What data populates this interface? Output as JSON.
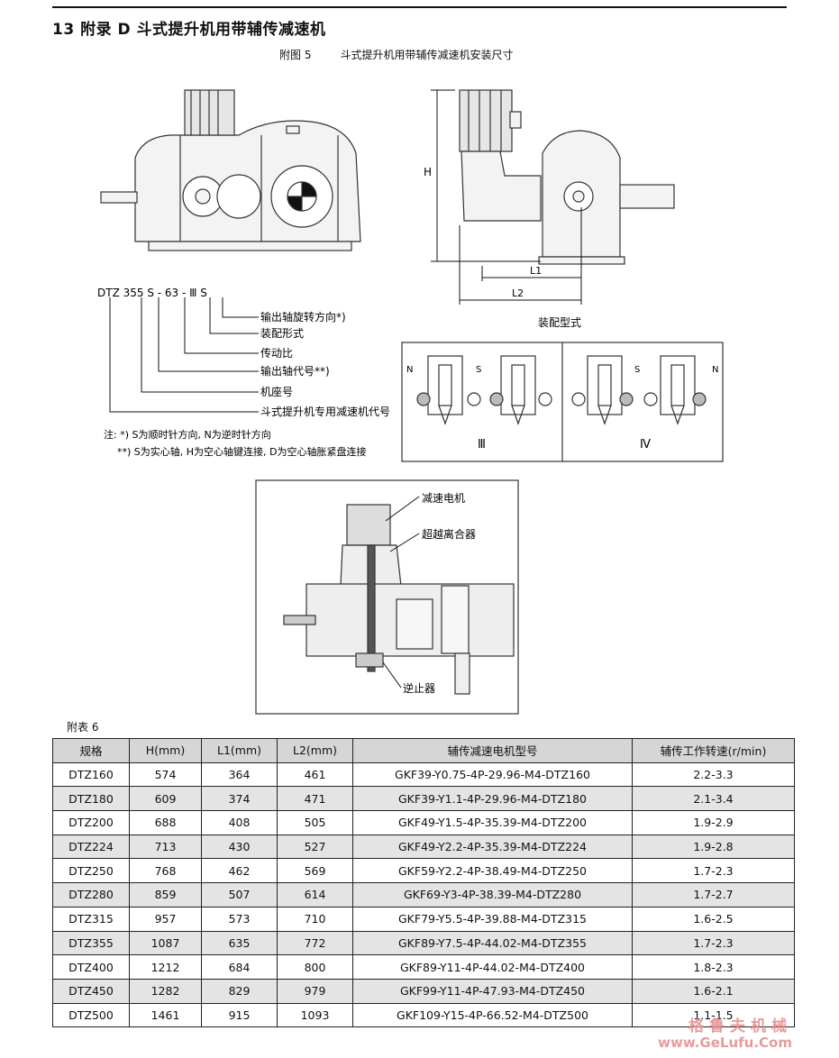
{
  "header": {
    "title": "13  附录 D  斗式提升机用带辅传减速机",
    "figure_no": "附图 5",
    "figure_caption": "斗式提升机用带辅传减速机安装尺寸"
  },
  "drawing": {
    "dim_H": "H",
    "dim_L1": "L1",
    "dim_L2": "L2",
    "model_code": "DTZ   355 S - 63 - Ⅲ S",
    "legend": [
      "输出轴旋转方向*)",
      "装配形式",
      "传动比",
      "输出轴代号**)",
      "机座号",
      "斗式提升机专用减速机代号"
    ],
    "notes": [
      "注: *)  S为顺时针方向, N为逆时针方向",
      "**)  S为实心轴, H为空心轴键连接, D为空心轴胀紧盘连接"
    ],
    "assembly_title": "装配型式",
    "assembly_labels": [
      "Ⅲ",
      "Ⅳ"
    ],
    "rotation_marks": [
      "N",
      "S",
      "S",
      "N"
    ],
    "section_labels": [
      "减速电机",
      "超越离合器",
      "逆止器"
    ]
  },
  "table": {
    "label": "附表 6",
    "headers": [
      "规格",
      "H(mm)",
      "L1(mm)",
      "L2(mm)",
      "辅传减速电机型号",
      "辅传工作转速(r/min)"
    ],
    "rows": [
      [
        "DTZ160",
        "574",
        "364",
        "461",
        "GKF39-Y0.75-4P-29.96-M4-DTZ160",
        "2.2-3.3"
      ],
      [
        "DTZ180",
        "609",
        "374",
        "471",
        "GKF39-Y1.1-4P-29.96-M4-DTZ180",
        "2.1-3.4"
      ],
      [
        "DTZ200",
        "688",
        "408",
        "505",
        "GKF49-Y1.5-4P-35.39-M4-DTZ200",
        "1.9-2.9"
      ],
      [
        "DTZ224",
        "713",
        "430",
        "527",
        "GKF49-Y2.2-4P-35.39-M4-DTZ224",
        "1.9-2.8"
      ],
      [
        "DTZ250",
        "768",
        "462",
        "569",
        "GKF59-Y2.2-4P-38.49-M4-DTZ250",
        "1.7-2.3"
      ],
      [
        "DTZ280",
        "859",
        "507",
        "614",
        "GKF69-Y3-4P-38.39-M4-DTZ280",
        "1.7-2.7"
      ],
      [
        "DTZ315",
        "957",
        "573",
        "710",
        "GKF79-Y5.5-4P-39.88-M4-DTZ315",
        "1.6-2.5"
      ],
      [
        "DTZ355",
        "1087",
        "635",
        "772",
        "GKF89-Y7.5-4P-44.02-M4-DTZ355",
        "1.7-2.3"
      ],
      [
        "DTZ400",
        "1212",
        "684",
        "800",
        "GKF89-Y11-4P-44.02-M4-DTZ400",
        "1.8-2.3"
      ],
      [
        "DTZ450",
        "1282",
        "829",
        "979",
        "GKF99-Y11-4P-47.93-M4-DTZ450",
        "1.6-2.1"
      ],
      [
        "DTZ500",
        "1461",
        "915",
        "1093",
        "GKF109-Y15-4P-66.52-M4-DTZ500",
        "1.1-1.5"
      ]
    ]
  },
  "watermark": {
    "name": "格鲁夫机械",
    "url": "www.GeLufu.Com"
  }
}
